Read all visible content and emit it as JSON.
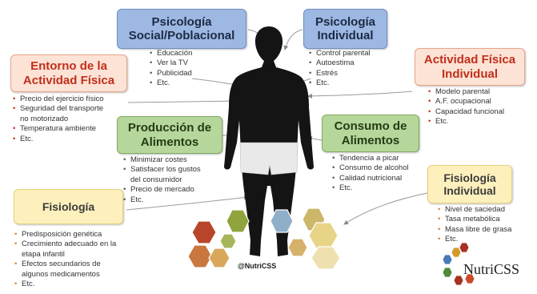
{
  "boxes": {
    "psicologia_social": {
      "line1": "Psicología",
      "line2": "Social/Poblacional"
    },
    "psicologia_individual": {
      "line1": "Psicología",
      "line2": "Individual"
    },
    "entorno_actividad": {
      "line1": "Entorno de la",
      "line2": "Actividad Física"
    },
    "actividad_individual": {
      "line1": "Actividad Física",
      "line2": "Individual"
    },
    "produccion": {
      "line1": "Producción de",
      "line2": "Alimentos"
    },
    "consumo": {
      "line1": "Consumo de",
      "line2": "Alimentos"
    },
    "fisiologia": {
      "line1": "Fisiología"
    },
    "fisiologia_individual": {
      "line1": "Fisiología",
      "line2": "Individual"
    }
  },
  "lists": {
    "psicologia_social": [
      "Educación",
      "Ver la TV",
      "Publicidad",
      "Etc."
    ],
    "psicologia_individual": [
      "Control parental",
      "Autoestima",
      "Estrés",
      "Etc."
    ],
    "entorno_actividad": [
      "Precio del ejercicio físico",
      "Seguridad del transporte",
      "no motorizado",
      "Temperatura ambiente",
      "Etc."
    ],
    "actividad_individual": [
      "Modelo parental",
      "A.F. ocupacional",
      "Capacidad funcional",
      "Etc."
    ],
    "produccion": [
      "Minimizar costes",
      "Satisfacer los gustos",
      "del consumidor",
      "Precio de mercado",
      "Etc."
    ],
    "consumo": [
      "Tendencia a picar",
      "Consumo de alcohol",
      "Calidad nutricional",
      "Etc."
    ],
    "fisiologia": [
      "Predisposición genética",
      "Crecimiento adecuado en la",
      "etapa infantil",
      "Efectos secundarios de",
      "algunos medicamentos",
      "Etc."
    ],
    "fisiologia_individual": [
      "Nivel de saciedad",
      "Tasa metabólica",
      "Masa libre de grasa",
      "Etc."
    ]
  },
  "watermark": "@NutriCSS",
  "brand": "NutriCSS",
  "colors": {
    "blue": "#9db8e2",
    "red_text": "#c0301b",
    "red_fill": "#fde3d6",
    "green": "#b6d79c",
    "yellow": "#fdf0bd",
    "silhouette": "#141414",
    "shorts": "#e9e9e9"
  }
}
